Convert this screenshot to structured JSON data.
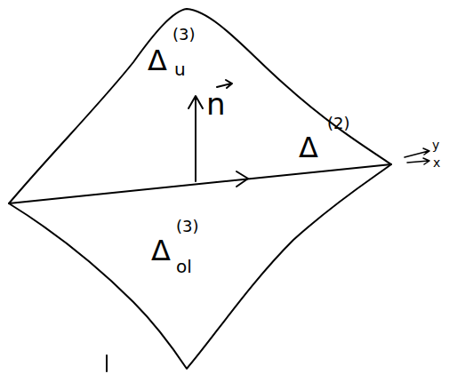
{
  "diagram": {
    "labels": [
      "Δ",
      "(3)",
      "u",
      "n",
      "Δ",
      "(2)",
      "Δ",
      "(3)",
      "ol",
      "y",
      "x"
    ]
  }
}
